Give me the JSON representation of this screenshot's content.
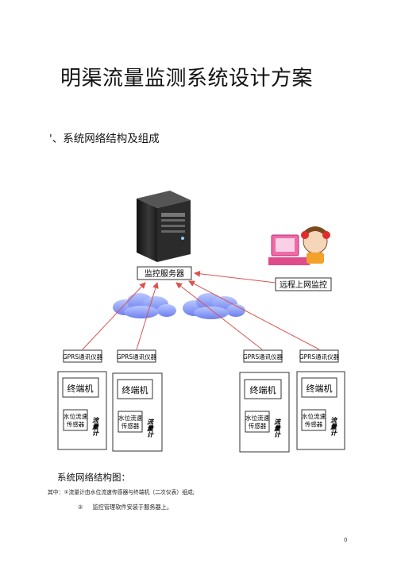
{
  "title": "明渠流量监测系统设计方案",
  "section_heading": "'、系统网络结构及组成",
  "diagram": {
    "server_label": "监控服务器",
    "remote_label": "远程上网监控",
    "gprs_labels": [
      "GPRS通讯仪器",
      "GPRS通讯仪器",
      "GPRS通讯仪器",
      "GPRS通讯仪器"
    ],
    "terminal_label": "终端机",
    "sensor_line1": "水位流速",
    "sensor_line2": "传感器",
    "meter_label": "流量计"
  },
  "caption": "系统网络结构图：",
  "note_line1": "其中：①流量计由水位流速传感器与终端机（二次仪表）组成;",
  "note_line2_num": "②",
  "note_line2_text": "监控管理软件安装于服务器上。",
  "page_number": "0"
}
